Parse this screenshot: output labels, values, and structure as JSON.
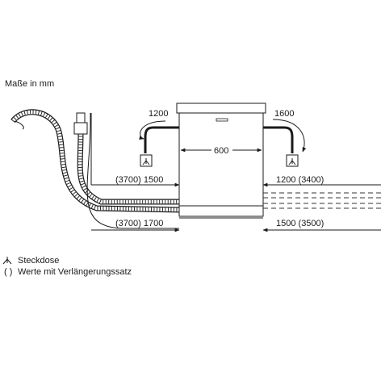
{
  "title": "Maße in mm",
  "dimensions": {
    "left_inlet": "1200",
    "right_inlet": "1600",
    "width": "600",
    "left_upper_hose": "(3700) 1500",
    "right_upper_hose": "1200 (3400)",
    "left_lower_hose": "(3700) 1700",
    "right_lower_hose": "1500 (3500)"
  },
  "legend": {
    "socket_symbol": "⅄",
    "socket_label": "Steckdose",
    "paren_symbol": "( )",
    "paren_label": "Werte mit Verlängerungssatz"
  },
  "colors": {
    "line": "#1a1a1a",
    "hose_fill": "#ffffff",
    "dashed": "#333333"
  }
}
